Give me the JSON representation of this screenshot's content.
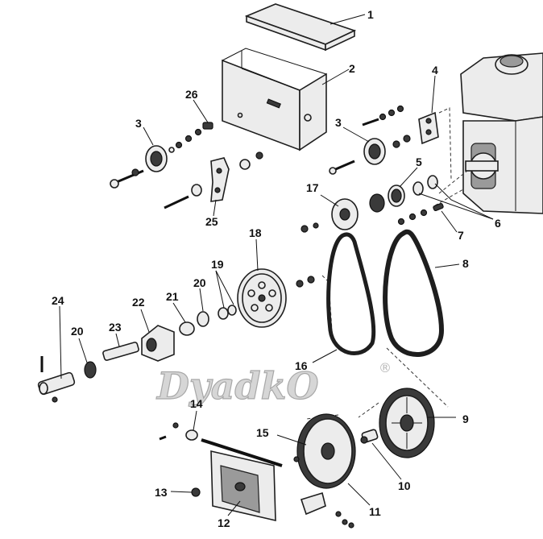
{
  "callouts": {
    "c1": "1",
    "c2": "2",
    "c3a": "3",
    "c3b": "3",
    "c4": "4",
    "c5": "5",
    "c6": "6",
    "c7": "7",
    "c8": "8",
    "c9": "9",
    "c10": "10",
    "c11": "11",
    "c12": "12",
    "c13": "13",
    "c14": "14",
    "c15": "15",
    "c16": "16",
    "c17": "17",
    "c18": "18",
    "c19": "19",
    "c20a": "20",
    "c20b": "20",
    "c21": "21",
    "c22": "22",
    "c23": "23",
    "c24": "24",
    "c25": "25",
    "c26": "26"
  },
  "watermark": {
    "brand": "DyadkO",
    "registered": "®"
  },
  "colors": {
    "line": "#1e1e1e",
    "part_fill": "#ececec",
    "watermark": "#c8c8c8"
  }
}
